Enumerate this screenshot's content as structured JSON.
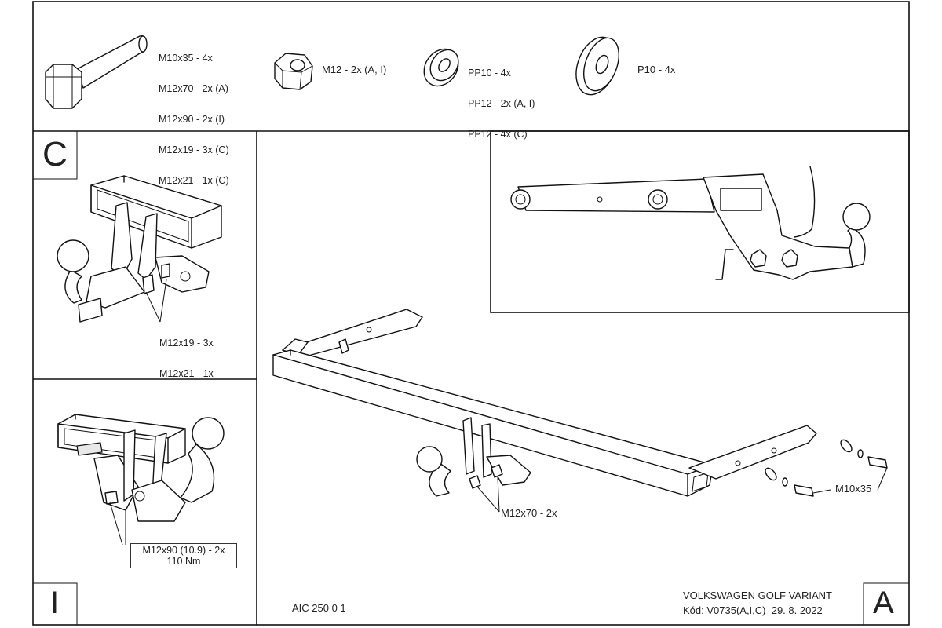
{
  "hardware": {
    "bolts": [
      "M10x35 - 4x",
      "M12x70 - 2x (A)",
      "M12x90 - 2x (I)",
      "M12x19 - 3x (C)",
      "M12x21 - 1x (C)"
    ],
    "nut": "M12 - 2x (A, I)",
    "washers_pp": [
      "PP10 - 4x",
      "PP12 - 2x (A, I)",
      "PP12 - 4x (C)"
    ],
    "washer_p": "P10 - 4x"
  },
  "panel_c": {
    "letter": "C",
    "callout": [
      "M12x19 - 3x",
      "M12x21 - 1x"
    ]
  },
  "panel_i": {
    "letter": "I",
    "callout": [
      "M12x90 (10.9) - 2x",
      "110 Nm"
    ]
  },
  "panel_a": {
    "letter": "A",
    "callout_center": "M12x70 - 2x",
    "callout_right": "M10x35",
    "drawing_code": "AIC 250 0 1",
    "vehicle": "VOLKSWAGEN GOLF VARIANT",
    "code_line": "Kód: V0735(A,I,C)  29. 8. 2022"
  },
  "colors": {
    "line": "#111111",
    "background": "#ffffff"
  }
}
